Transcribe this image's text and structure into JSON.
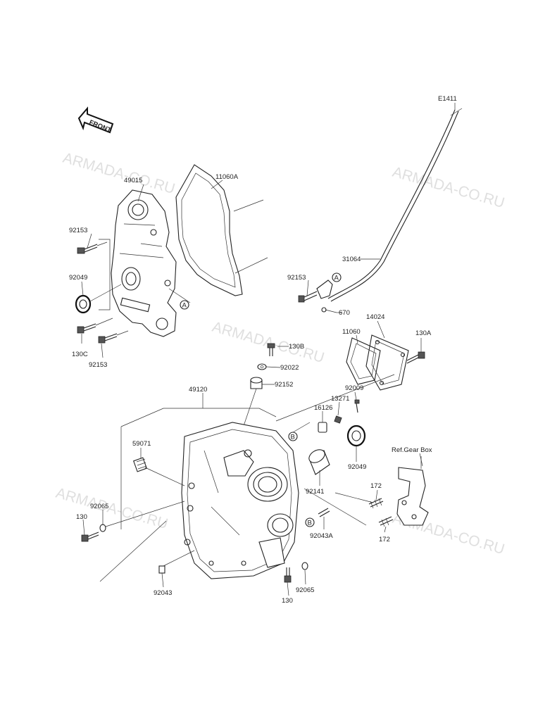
{
  "diagram_code": "E1411",
  "front_label": "FRONT",
  "ref_label": "Ref.Gear Box",
  "watermark": "ARMADA-CO.RU",
  "callouts": {
    "A": "A",
    "B": "B"
  },
  "parts": {
    "p49015": "49015",
    "p11060A": "11060A",
    "p92153_a": "92153",
    "p92049_a": "92049",
    "p130C": "130C",
    "p92153_b": "92153",
    "p31064": "31064",
    "p92153_c": "92153",
    "p670": "670",
    "p14024": "14024",
    "p11060": "11060",
    "p130A": "130A",
    "p130B": "130B",
    "p92022": "92022",
    "p92152": "92152",
    "p49120": "49120",
    "p92009": "92009",
    "p13271": "13271",
    "p16126": "16126",
    "p59071": "59071",
    "p92049_b": "92049",
    "p92141": "92141",
    "p172_a": "172",
    "p172_b": "172",
    "p92043A": "92043A",
    "p92065_a": "92065",
    "p130_a": "130",
    "p92043": "92043",
    "p92065_b": "92065",
    "p130_b": "130"
  }
}
